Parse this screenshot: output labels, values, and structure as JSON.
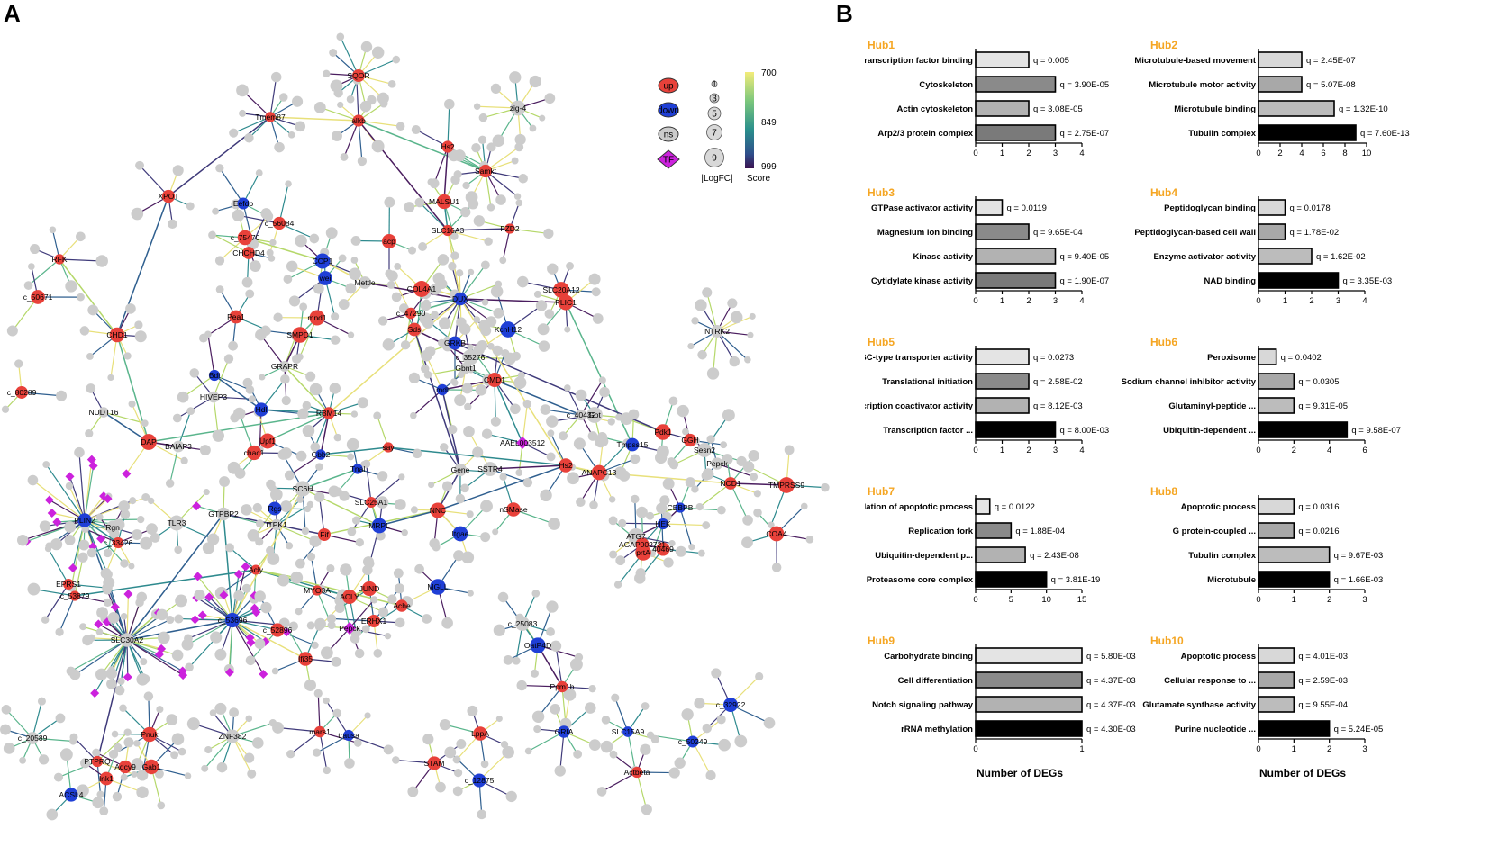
{
  "panels": {
    "a_label": "A",
    "b_label": "B"
  },
  "network": {
    "legend": {
      "up": "up",
      "down": "down",
      "ns": "ns",
      "tf": "TF",
      "size_labels": [
        "1",
        "3",
        "5",
        "7",
        "9"
      ],
      "size_title": "|LogFC|",
      "score_ticks": [
        "700",
        "849",
        "999"
      ],
      "score_title": "Score",
      "colors": {
        "up": "#e8413a",
        "down": "#1f3fd6",
        "ns": "#cccccc",
        "tf": "#cc22dd"
      }
    },
    "hubs": [
      {
        "label": "SQOR",
        "type": "up"
      },
      {
        "label": "Tmem87",
        "type": "up"
      },
      {
        "label": "alkb",
        "type": "up"
      },
      {
        "label": "zig-4",
        "type": "ns"
      },
      {
        "label": "Hs2",
        "type": "up"
      },
      {
        "label": "Samkt",
        "type": "up"
      },
      {
        "label": "XPOT",
        "type": "up"
      },
      {
        "label": "Eefdb",
        "type": "down"
      },
      {
        "label": "c_56084",
        "type": "up"
      },
      {
        "label": "c_75470",
        "type": "up"
      },
      {
        "label": "CHCHD4",
        "type": "up"
      },
      {
        "label": "MALSU1",
        "type": "up"
      },
      {
        "label": "SLC16A3",
        "type": "up"
      },
      {
        "label": "FZD2",
        "type": "up"
      },
      {
        "label": "acp",
        "type": "up"
      },
      {
        "label": "RFK",
        "type": "up"
      },
      {
        "label": "c_50671",
        "type": "up"
      },
      {
        "label": "CHD1",
        "type": "up"
      },
      {
        "label": "CCP1",
        "type": "down"
      },
      {
        "label": "wei",
        "type": "down"
      },
      {
        "label": "Mettle",
        "type": "ns"
      },
      {
        "label": "COL4A1",
        "type": "up"
      },
      {
        "label": "DUX",
        "type": "down"
      },
      {
        "label": "SLC20A12",
        "type": "up"
      },
      {
        "label": "PLIC1",
        "type": "up"
      },
      {
        "label": "Pea1",
        "type": "up"
      },
      {
        "label": "mnd1",
        "type": "up"
      },
      {
        "label": "SMPD1",
        "type": "up"
      },
      {
        "label": "c_47290",
        "type": "up"
      },
      {
        "label": "Sds",
        "type": "up"
      },
      {
        "label": "GRKB",
        "type": "down"
      },
      {
        "label": "KcnH12",
        "type": "down"
      },
      {
        "label": "NTRK2",
        "type": "ns"
      },
      {
        "label": "Bdl",
        "type": "down"
      },
      {
        "label": "GRAPR",
        "type": "ns"
      },
      {
        "label": "c_35276",
        "type": "ns"
      },
      {
        "label": "Gbnt1",
        "type": "ns"
      },
      {
        "label": "HIVEP3",
        "type": "ns"
      },
      {
        "label": "c_80289",
        "type": "up"
      },
      {
        "label": "NUDT16",
        "type": "ns"
      },
      {
        "label": "Hdl",
        "type": "down"
      },
      {
        "label": "RBM14",
        "type": "up"
      },
      {
        "label": "mdl",
        "type": "down"
      },
      {
        "label": "CMD1",
        "type": "up"
      },
      {
        "label": "c_40432",
        "type": "ns"
      },
      {
        "label": "Got",
        "type": "ns"
      },
      {
        "label": "DAP",
        "type": "up"
      },
      {
        "label": "BAIAP3",
        "type": "ns"
      },
      {
        "label": "Upf1",
        "type": "up"
      },
      {
        "label": "chac1",
        "type": "up"
      },
      {
        "label": "say",
        "type": "up"
      },
      {
        "label": "AAEL003512",
        "type": "tf"
      },
      {
        "label": "Tmpss15",
        "type": "down"
      },
      {
        "label": "Pdk1",
        "type": "up"
      },
      {
        "label": "GGH",
        "type": "up"
      },
      {
        "label": "Sesn2",
        "type": "ns"
      },
      {
        "label": "Pepck",
        "type": "ns"
      },
      {
        "label": "Gbb2",
        "type": "down"
      },
      {
        "label": "Hs2",
        "type": "up"
      },
      {
        "label": "SSTR4",
        "type": "ns"
      },
      {
        "label": "Gene",
        "type": "ns"
      },
      {
        "label": "ANAPC13",
        "type": "up"
      },
      {
        "label": "NCD1",
        "type": "up"
      },
      {
        "label": "TMPRSS9",
        "type": "up"
      },
      {
        "label": "PLIN2",
        "type": "down"
      },
      {
        "label": "SC6H",
        "type": "ns"
      },
      {
        "label": "Tnal",
        "type": "down"
      },
      {
        "label": "GTPBP2",
        "type": "ns"
      },
      {
        "label": "Rgs",
        "type": "down"
      },
      {
        "label": "SLC25A1",
        "type": "up"
      },
      {
        "label": "MRPL",
        "type": "down"
      },
      {
        "label": "NNC",
        "type": "up"
      },
      {
        "label": "nSMase",
        "type": "up"
      },
      {
        "label": "CEBPB",
        "type": "down"
      },
      {
        "label": "HEK",
        "type": "down"
      },
      {
        "label": "ATG7",
        "type": "ns"
      },
      {
        "label": "AGAP002721",
        "type": "up"
      },
      {
        "label": "prtA",
        "type": "up"
      },
      {
        "label": "40469",
        "type": "up"
      },
      {
        "label": "COA4",
        "type": "up"
      },
      {
        "label": "Rgn",
        "type": "ns"
      },
      {
        "label": "TLR3",
        "type": "ns"
      },
      {
        "label": "ITPK1",
        "type": "ns"
      },
      {
        "label": "Fif",
        "type": "up"
      },
      {
        "label": "c_33426",
        "type": "up"
      },
      {
        "label": "EPRS1",
        "type": "up"
      },
      {
        "label": "c_53879",
        "type": "up"
      },
      {
        "label": "Acly",
        "type": "up"
      },
      {
        "label": "MYO3A",
        "type": "up"
      },
      {
        "label": "ACLY",
        "type": "up"
      },
      {
        "label": "JUND",
        "type": "up"
      },
      {
        "label": "Ache",
        "type": "up"
      },
      {
        "label": "MGLL",
        "type": "down"
      },
      {
        "label": "Itgae",
        "type": "down"
      },
      {
        "label": "ERHX1",
        "type": "up"
      },
      {
        "label": "Pepck",
        "type": "tf"
      },
      {
        "label": "SLC30A2",
        "type": "ns"
      },
      {
        "label": "c_53696",
        "type": "down"
      },
      {
        "label": "c_52896",
        "type": "up"
      },
      {
        "label": "Ifi35",
        "type": "up"
      },
      {
        "label": "c_25083",
        "type": "ns"
      },
      {
        "label": "OatP4D",
        "type": "down"
      },
      {
        "label": "Ppm1b",
        "type": "up"
      },
      {
        "label": "c_32922",
        "type": "down"
      },
      {
        "label": "c_20589",
        "type": "ns"
      },
      {
        "label": "Pnuk",
        "type": "up"
      },
      {
        "label": "PTPRQ",
        "type": "up"
      },
      {
        "label": "Adcy9",
        "type": "up"
      },
      {
        "label": "Gab1",
        "type": "up"
      },
      {
        "label": "lnk1",
        "type": "up"
      },
      {
        "label": "ACSL4",
        "type": "down"
      },
      {
        "label": "ZNF382",
        "type": "ns"
      },
      {
        "label": "mars1",
        "type": "up"
      },
      {
        "label": "trausa",
        "type": "down"
      },
      {
        "label": "LppA",
        "type": "up"
      },
      {
        "label": "STAM",
        "type": "up"
      },
      {
        "label": "c_12875",
        "type": "down"
      },
      {
        "label": "GRIA",
        "type": "down"
      },
      {
        "label": "SLC15A9",
        "type": "down"
      },
      {
        "label": "c_50249",
        "type": "down"
      },
      {
        "label": "Actbeta",
        "type": "up"
      }
    ]
  },
  "chart_data": [
    {
      "type": "bar",
      "title": "Hub1",
      "xlim": [
        0,
        4
      ],
      "ticks": [
        "0",
        "1",
        "2",
        "3",
        "4"
      ],
      "categories": [
        "Transcription factor binding",
        "Cytoskeleton",
        "Actin cytoskeleton",
        "Arp2/3 protein complex"
      ],
      "values": [
        2,
        3,
        2,
        3
      ],
      "q": [
        "q = 0.005",
        "q = 3.90E-05",
        "q = 3.08E-05",
        "q = 2.75E-07"
      ],
      "fills": [
        "#e4e4e4",
        "#8a8a8a",
        "#b2b2b2",
        "#7a7a7a"
      ]
    },
    {
      "type": "bar",
      "title": "Hub2",
      "xlim": [
        0,
        10
      ],
      "ticks": [
        "0",
        "2",
        "4",
        "6",
        "8",
        "10"
      ],
      "categories": [
        "Microtubule-based movement",
        "Microtubule motor activity",
        "Microtubule binding",
        "Tubulin complex"
      ],
      "values": [
        4,
        4,
        7,
        9
      ],
      "q": [
        "q = 2.45E-07",
        "q = 5.07E-08",
        "q = 1.32E-10",
        "q = 7.60E-13"
      ],
      "fills": [
        "#d8d8d8",
        "#a8a8a8",
        "#bcbcbc",
        "#000000"
      ]
    },
    {
      "type": "bar",
      "title": "Hub3",
      "xlim": [
        0,
        4
      ],
      "ticks": [
        "0",
        "1",
        "2",
        "3",
        "4"
      ],
      "categories": [
        "GTPase activator activity",
        "Magnesium ion binding",
        "Kinase activity",
        "Cytidylate kinase activity"
      ],
      "values": [
        1,
        2,
        3,
        3
      ],
      "q": [
        "q = 0.0119",
        "q = 9.65E-04",
        "q = 9.40E-05",
        "q = 1.90E-07"
      ],
      "fills": [
        "#e4e4e4",
        "#8a8a8a",
        "#b2b2b2",
        "#7a7a7a"
      ]
    },
    {
      "type": "bar",
      "title": "Hub4",
      "xlim": [
        0,
        4
      ],
      "ticks": [
        "0",
        "1",
        "2",
        "3",
        "4"
      ],
      "categories": [
        "Peptidoglycan binding",
        "Peptidoglycan-based cell wall",
        "Enzyme activator activity",
        "NAD binding"
      ],
      "values": [
        1,
        1,
        2,
        3
      ],
      "q": [
        "q = 0.0178",
        "q = 1.78E-02",
        "q = 1.62E-02",
        "q = 3.35E-03"
      ],
      "fills": [
        "#d8d8d8",
        "#a8a8a8",
        "#bcbcbc",
        "#000000"
      ]
    },
    {
      "type": "bar",
      "title": "Hub5",
      "xlim": [
        0,
        4
      ],
      "ticks": [
        "0",
        "1",
        "2",
        "3",
        "4"
      ],
      "categories": [
        "ABC-type transporter activity",
        "Translational initiation",
        "Transcription coactivator activity",
        "Transcription factor ..."
      ],
      "values": [
        2,
        2,
        2,
        3
      ],
      "q": [
        "q = 0.0273",
        "q = 2.58E-02",
        "q = 8.12E-03",
        "q = 8.00E-03"
      ],
      "fills": [
        "#e4e4e4",
        "#8a8a8a",
        "#b2b2b2",
        "#000000"
      ]
    },
    {
      "type": "bar",
      "title": "Hub6",
      "xlim": [
        0,
        6
      ],
      "ticks": [
        "0",
        "2",
        "4",
        "6"
      ],
      "categories": [
        "Peroxisome",
        "Sodium channel inhibitor activity",
        "Glutaminyl-peptide ...",
        "Ubiquitin-dependent ..."
      ],
      "values": [
        1,
        2,
        2,
        5
      ],
      "q": [
        "q = 0.0402",
        "q = 0.0305",
        "q = 9.31E-05",
        "q = 9.58E-07"
      ],
      "fills": [
        "#d8d8d8",
        "#a8a8a8",
        "#bcbcbc",
        "#000000"
      ]
    },
    {
      "type": "bar",
      "title": "Hub7",
      "xlim": [
        0,
        15
      ],
      "ticks": [
        "0",
        "5",
        "10",
        "15"
      ],
      "categories": [
        "Positive regulation of apoptotic process",
        "Replication fork",
        "Ubiquitin-dependent p...",
        "Proteasome core complex"
      ],
      "values": [
        2,
        5,
        7,
        10
      ],
      "q": [
        "q = 0.0122",
        "q = 1.88E-04",
        "q = 2.43E-08",
        "q = 3.81E-19"
      ],
      "fills": [
        "#e4e4e4",
        "#8a8a8a",
        "#b2b2b2",
        "#000000"
      ]
    },
    {
      "type": "bar",
      "title": "Hub8",
      "xlim": [
        0,
        3
      ],
      "ticks": [
        "0",
        "1",
        "2",
        "3"
      ],
      "categories": [
        "Apoptotic process",
        "G protein-coupled ...",
        "Tubulin complex",
        "Microtubule"
      ],
      "values": [
        1,
        1,
        2,
        2
      ],
      "q": [
        "q = 0.0316",
        "q = 0.0216",
        "q = 9.67E-03",
        "q = 1.66E-03"
      ],
      "fills": [
        "#d8d8d8",
        "#a8a8a8",
        "#bcbcbc",
        "#000000"
      ]
    },
    {
      "type": "bar",
      "title": "Hub9",
      "xlim": [
        0,
        1
      ],
      "ticks": [
        "0",
        "1"
      ],
      "xlabel": "Number of DEGs",
      "categories": [
        "Carbohydrate binding",
        "Cell differentiation",
        "Notch signaling pathway",
        "rRNA methylation"
      ],
      "values": [
        1,
        1,
        1,
        1
      ],
      "q": [
        "q = 5.80E-03",
        "q = 4.37E-03",
        "q = 4.37E-03",
        "q = 4.30E-03"
      ],
      "fills": [
        "#e4e4e4",
        "#8a8a8a",
        "#b2b2b2",
        "#000000"
      ]
    },
    {
      "type": "bar",
      "title": "Hub10",
      "xlim": [
        0,
        3
      ],
      "ticks": [
        "0",
        "1",
        "2",
        "3"
      ],
      "xlabel": "Number of DEGs",
      "categories": [
        "Apoptotic process",
        "Cellular response to ...",
        "Glutamate synthase activity",
        "Purine nucleotide ..."
      ],
      "values": [
        1,
        1,
        1,
        2
      ],
      "q": [
        "q = 4.01E-03",
        "q = 2.59E-03",
        "q = 9.55E-04",
        "q = 5.24E-05"
      ],
      "fills": [
        "#d8d8d8",
        "#a8a8a8",
        "#bcbcbc",
        "#000000"
      ]
    }
  ]
}
